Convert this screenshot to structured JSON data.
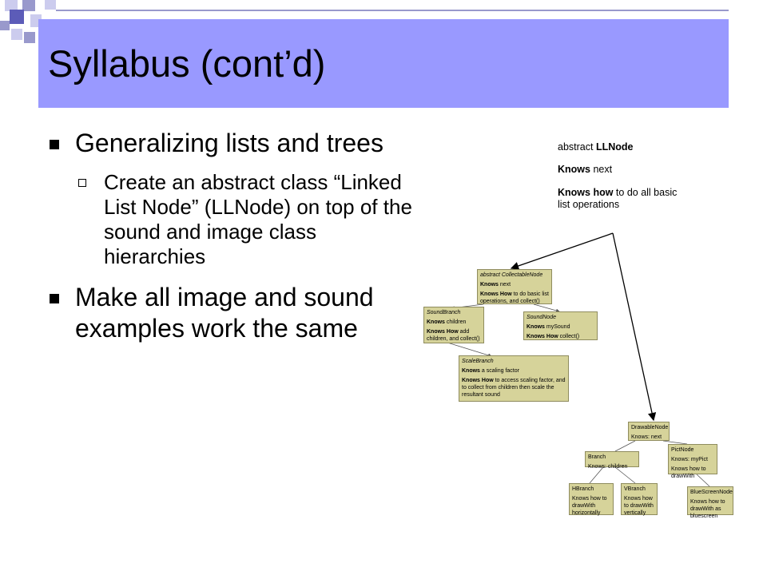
{
  "slide": {
    "title": "Syllabus (cont’d)",
    "bullets": [
      {
        "text": "Generalizing lists and trees"
      },
      {
        "text": "Create an abstract class “Linked List Node” (LLNode) on top of the sound and image class hierarchies"
      },
      {
        "text": "Make all image and sound examples work the same"
      }
    ]
  },
  "note": {
    "line1_a": "abstract ",
    "line1_b": "LLNode",
    "line2_a": "Knows",
    "line2_b": " next",
    "line3_a": "Knows how",
    "line3_b": " to do all basic list operations"
  },
  "diagram1": {
    "collectable": {
      "title": "abstract CollectableNode",
      "l1a": "Knows",
      "l1b": " next",
      "l2a": "Knows How",
      "l2b": " to do basic list operations, and collect()"
    },
    "soundbranch": {
      "title": "SoundBranch",
      "l1a": "Knows",
      "l1b": " children",
      "l2a": "Knows How",
      "l2b": " add children, and collect()"
    },
    "soundnode": {
      "title": "SoundNode",
      "l1a": "Knows",
      "l1b": " mySound",
      "l2a": "Knows How",
      "l2b": " collect()"
    },
    "scalebranch": {
      "title": "ScaleBranch",
      "l1a": "Knows",
      "l1b": " a scaling factor",
      "l2a": "Knows How",
      "l2b": " to access scaling factor, and to collect from children then scale the resultant sound"
    }
  },
  "diagram2": {
    "drawable": {
      "title": "DrawableNode",
      "l1": "Knows: next"
    },
    "branch": {
      "title": "Branch",
      "l1": "Knows: children"
    },
    "pictnode": {
      "title": "PictNode",
      "l1": "Knows: myPict",
      "l2": "Knows how to drawWith"
    },
    "hbranch": {
      "title": "HBranch",
      "l1": "Knows how to drawWith horizontally"
    },
    "vbranch": {
      "title": "VBranch",
      "l1": "Knows how to drawWith vertically"
    },
    "bluescreen": {
      "title": "BlueScreenNode",
      "l1": "Knows how to drawWith as bluescreen"
    }
  },
  "colors": {
    "title_bar": "#9999ff",
    "deco_dark": "#5c5cb8",
    "deco_mid": "#9999cc",
    "deco_light": "#ccccee",
    "node_fill": "#d6d39a"
  }
}
